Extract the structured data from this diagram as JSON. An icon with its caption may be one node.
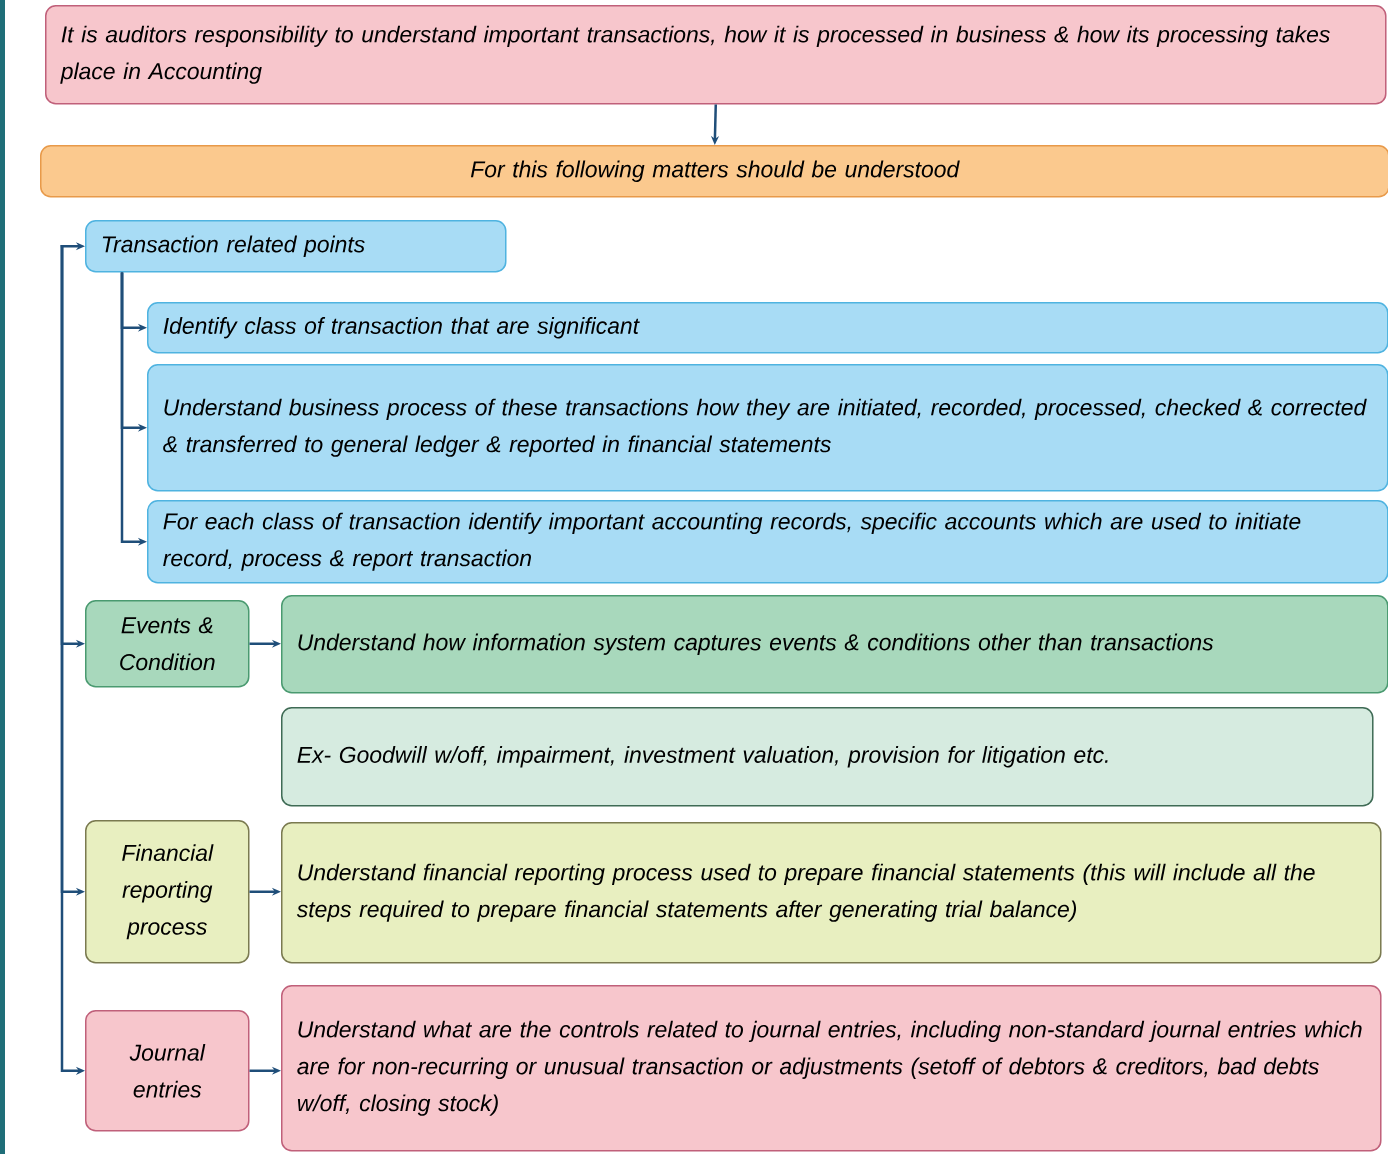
{
  "diagram": {
    "nodes": [
      {
        "text": [
          "It is auditors responsibility to understand important transactions, how it is processed in business & how its processing takes place in Accounting"
        ]
      },
      {
        "text": [
          "For this following matters should be understood"
        ]
      },
      {
        "text": [
          "Transaction related points"
        ]
      },
      {
        "text": [
          "Identify class of transaction that are significant"
        ]
      },
      {
        "text": [
          "Understand business process of these transactions how they are initiated, recorded, processed, checked & corrected & transferred to general ledger & reported in financial statements"
        ]
      },
      {
        "text": [
          "For each class of transaction identify important accounting records, specific accounts which are used to initiate record, process & report transaction"
        ]
      },
      {
        "text": [
          "Events & Condition"
        ]
      },
      {
        "text": [
          "Understand how information system captures events & conditions other than transactions"
        ]
      },
      {
        "text": [
          "Ex- Goodwill w/off, impairment, investment valuation, provision for litigation etc."
        ]
      },
      {
        "text": [
          "Financial reporting process"
        ]
      },
      {
        "text": [
          "Understand financial reporting process used to prepare financial statements (this will include all the steps required to prepare financial statements after generating trial balance)"
        ]
      },
      {
        "text": [
          "Journal entries"
        ]
      },
      {
        "text": [
          "Understand what are the controls related to journal entries, including non-standard journal entries which are for non-recurring or unusual transaction or adjustments (setoff of debtors & creditors, bad debts w/off, closing stock)"
        ]
      }
    ],
    "edges": [
      {
        "from": 0,
        "to": 1,
        "arrow": "to"
      },
      {
        "from": null,
        "to": 2,
        "arrow": "to"
      },
      {
        "from": null,
        "to": 6,
        "arrow": "to"
      },
      {
        "from": null,
        "to": 9,
        "arrow": "to"
      },
      {
        "from": null,
        "to": 11,
        "arrow": "to"
      },
      {
        "from": 2,
        "to": 3,
        "arrow": "to"
      },
      {
        "from": 2,
        "to": 4,
        "arrow": "to"
      },
      {
        "from": 2,
        "to": 5,
        "arrow": "to"
      },
      {
        "from": 6,
        "to": 7,
        "arrow": "to"
      },
      {
        "from": 9,
        "to": 10,
        "arrow": "to"
      },
      {
        "from": 11,
        "to": 12,
        "arrow": "to"
      }
    ]
  }
}
